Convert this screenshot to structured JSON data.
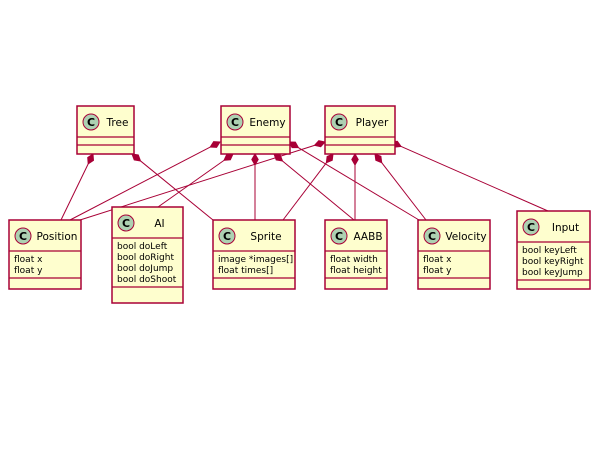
{
  "diagram": {
    "stereotype_letter": "C",
    "classes": {
      "tree": {
        "name": "Tree",
        "attributes": []
      },
      "enemy": {
        "name": "Enemy",
        "attributes": []
      },
      "player": {
        "name": "Player",
        "attributes": []
      },
      "position": {
        "name": "Position",
        "attributes": [
          "float x",
          "float y"
        ]
      },
      "ai": {
        "name": "AI",
        "attributes": [
          "bool doLeft",
          "bool doRight",
          "bool doJump",
          "bool doShoot"
        ]
      },
      "sprite": {
        "name": "Sprite",
        "attributes": [
          "image *images[]",
          "float times[]"
        ]
      },
      "aabb": {
        "name": "AABB",
        "attributes": [
          "float width",
          "float height"
        ]
      },
      "velocity": {
        "name": "Velocity",
        "attributes": [
          "float x",
          "float y"
        ]
      },
      "input": {
        "name": "Input",
        "attributes": [
          "bool keyLeft",
          "bool keyRight",
          "bool keyJump"
        ]
      }
    },
    "compositions": [
      {
        "from": "tree",
        "to": "position"
      },
      {
        "from": "tree",
        "to": "sprite"
      },
      {
        "from": "enemy",
        "to": "position"
      },
      {
        "from": "enemy",
        "to": "ai"
      },
      {
        "from": "enemy",
        "to": "sprite"
      },
      {
        "from": "enemy",
        "to": "aabb"
      },
      {
        "from": "enemy",
        "to": "velocity"
      },
      {
        "from": "player",
        "to": "position"
      },
      {
        "from": "player",
        "to": "sprite"
      },
      {
        "from": "player",
        "to": "aabb"
      },
      {
        "from": "player",
        "to": "velocity"
      },
      {
        "from": "player",
        "to": "input"
      }
    ],
    "colors": {
      "class_fill": "#FEFECE",
      "border": "#A80036",
      "badge_fill": "#ADD1B2"
    }
  }
}
